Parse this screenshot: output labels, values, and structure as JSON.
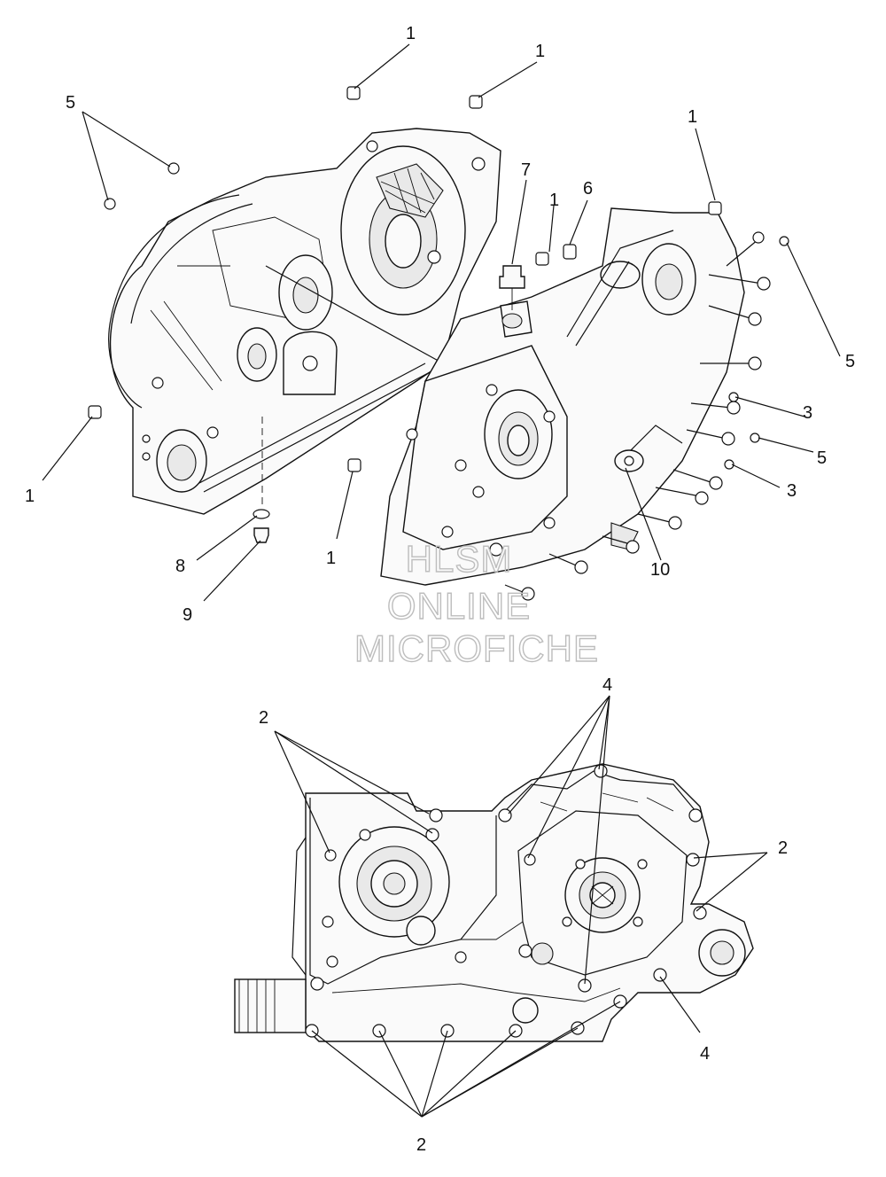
{
  "watermark": {
    "line1": "HLSM",
    "line2": "ONLINE",
    "line3": "MICROFICHE"
  },
  "callouts": {
    "c1a": "1",
    "c1b": "1",
    "c1c": "1",
    "c1d": "1",
    "c1e": "1",
    "c1f": "1",
    "c2a": "2",
    "c2b": "2",
    "c2c": "2",
    "c3a": "3",
    "c3b": "3",
    "c4a": "4",
    "c4b": "4",
    "c5a": "5",
    "c5b": "5",
    "c5c": "5",
    "c6": "6",
    "c7": "7",
    "c8": "8",
    "c9": "9",
    "c10": "10"
  }
}
